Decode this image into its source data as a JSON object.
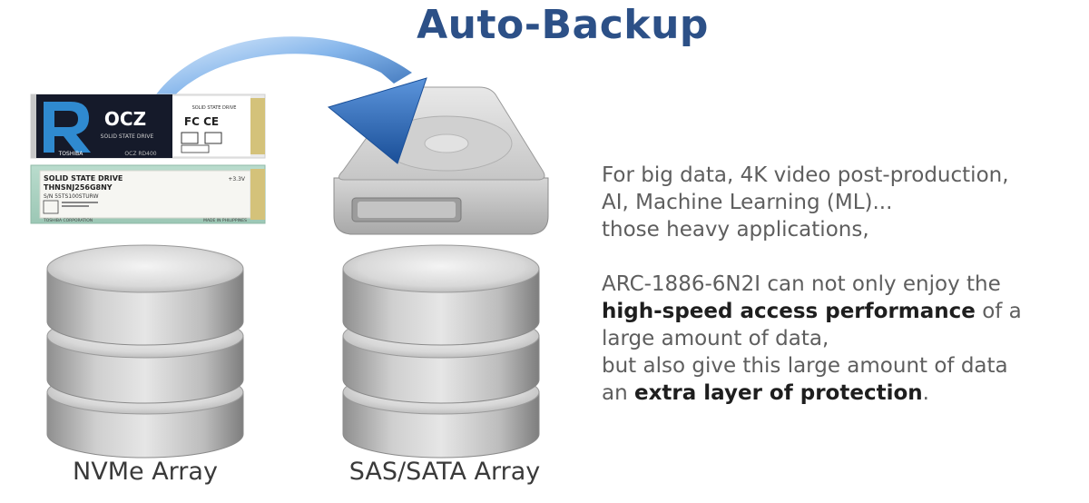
{
  "title": "Auto-Backup",
  "ssd_top": {
    "brand": "OCZ",
    "type": "SOLID STATE DRIVE",
    "maker": "TOSHIBA",
    "model": "OCZ RD400",
    "spec": "SOLID STATE DRIVE",
    "cert": "FC CE"
  },
  "ssd_bottom": {
    "heading": "SOLID STATE DRIVE",
    "model": "THNSNJ256G8NY",
    "serial": "S/N 55TS100STURW",
    "voltage": "+3.3V",
    "corp": "TOSHIBA CORPORATION",
    "origin": "MADE IN PHILIPPINES"
  },
  "description": {
    "para1": [
      "For big data, 4K video post-production,",
      "AI, Machine Learning (ML)...",
      "those heavy applications,"
    ],
    "para2": {
      "line1": "ARC-1886-6N2I can not only enjoy the",
      "line2_bold": "high-speed access performance",
      "line2_rest": " of a",
      "line3": "large amount of data,",
      "line4": "but also give this large amount of data",
      "line5_prefix": "an ",
      "line5_bold": "extra layer of protection",
      "line5_suffix": "."
    }
  },
  "labels": {
    "nvme": "NVMe Array",
    "sas": "SAS/SATA Array"
  },
  "colors": {
    "title": "#2c5087",
    "arrow_light": "#7fb2ea",
    "arrow_dark": "#1f5aa8",
    "disk_gray": "#bdbdbd",
    "ssd_blue": "#151a2a",
    "ssd_green": "#a8cfc0"
  }
}
